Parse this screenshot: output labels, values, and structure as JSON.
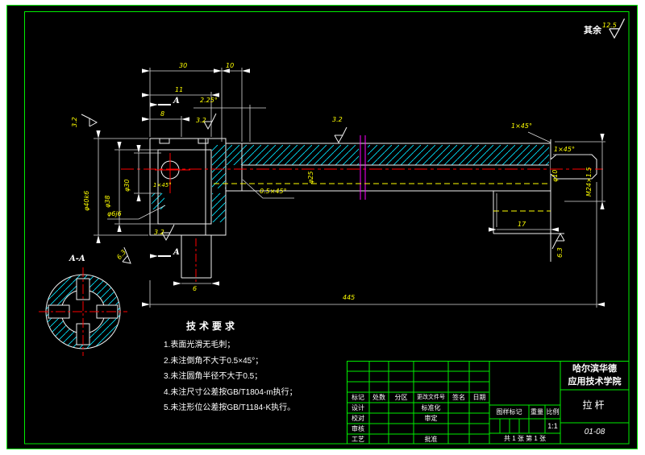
{
  "general_note": {
    "label": "其余",
    "roughness_value": "12.5"
  },
  "section_view": {
    "title": "A-A",
    "marker_top": "A",
    "marker_bottom": "A",
    "roughness": "6.3"
  },
  "dims": {
    "len_30": "30",
    "len_10": "10",
    "len_11": "11",
    "len_8": "8",
    "len_6": "6",
    "len_17": "17",
    "len_total": "445",
    "angle": "2.25°",
    "chamfer_head": "1×45°",
    "chamfer_step": "0.5×45°",
    "chamfer_end1": "1×45°",
    "chamfer_end2": "1×45°",
    "dia_head": "φ40k6",
    "dia_mid": "φ38",
    "dia_inner": "φ30",
    "dia_shaft": "φ25",
    "dia_end": "φ10",
    "dia_pin": "φ6j6",
    "thread": "M24×1.5"
  },
  "roughness": {
    "near_angle": "3.2",
    "left_face": "3.2",
    "head_bottom": "3.2",
    "shaft_top": "3.2",
    "end_step": "6.3",
    "section": "6.3"
  },
  "tech_requirements": {
    "title": "技术要求",
    "items": [
      "1.表面光滑无毛刺；",
      "2.未注倒角不大于0.5×45°；",
      "3.未注圆角半径不大于0.5；",
      "4.未注尺寸公差按GB/T1804-m执行；",
      "5.未注形位公差按GB/T1184-K执行。"
    ]
  },
  "title_block": {
    "company_line1": "哈尔滨华德",
    "company_line2": "应用技术学院",
    "part_name": "拉杆",
    "drawing_no": "01-08",
    "header": {
      "mark": "标记",
      "count": "处数",
      "zone": "分区",
      "doc_no": "更改文件号",
      "sign": "签名",
      "date": "日期"
    },
    "rows": {
      "design": "设计",
      "check": "校对",
      "review": "审核",
      "process": "工艺",
      "standard": "标准化",
      "approve_std": "审定",
      "approve": "批准"
    },
    "stamp": {
      "mark_label": "图样标记",
      "weight_label": "重量",
      "scale_label": "比例",
      "scale_value": "1:1",
      "sheets": "共 1 张  第 1 张"
    }
  }
}
